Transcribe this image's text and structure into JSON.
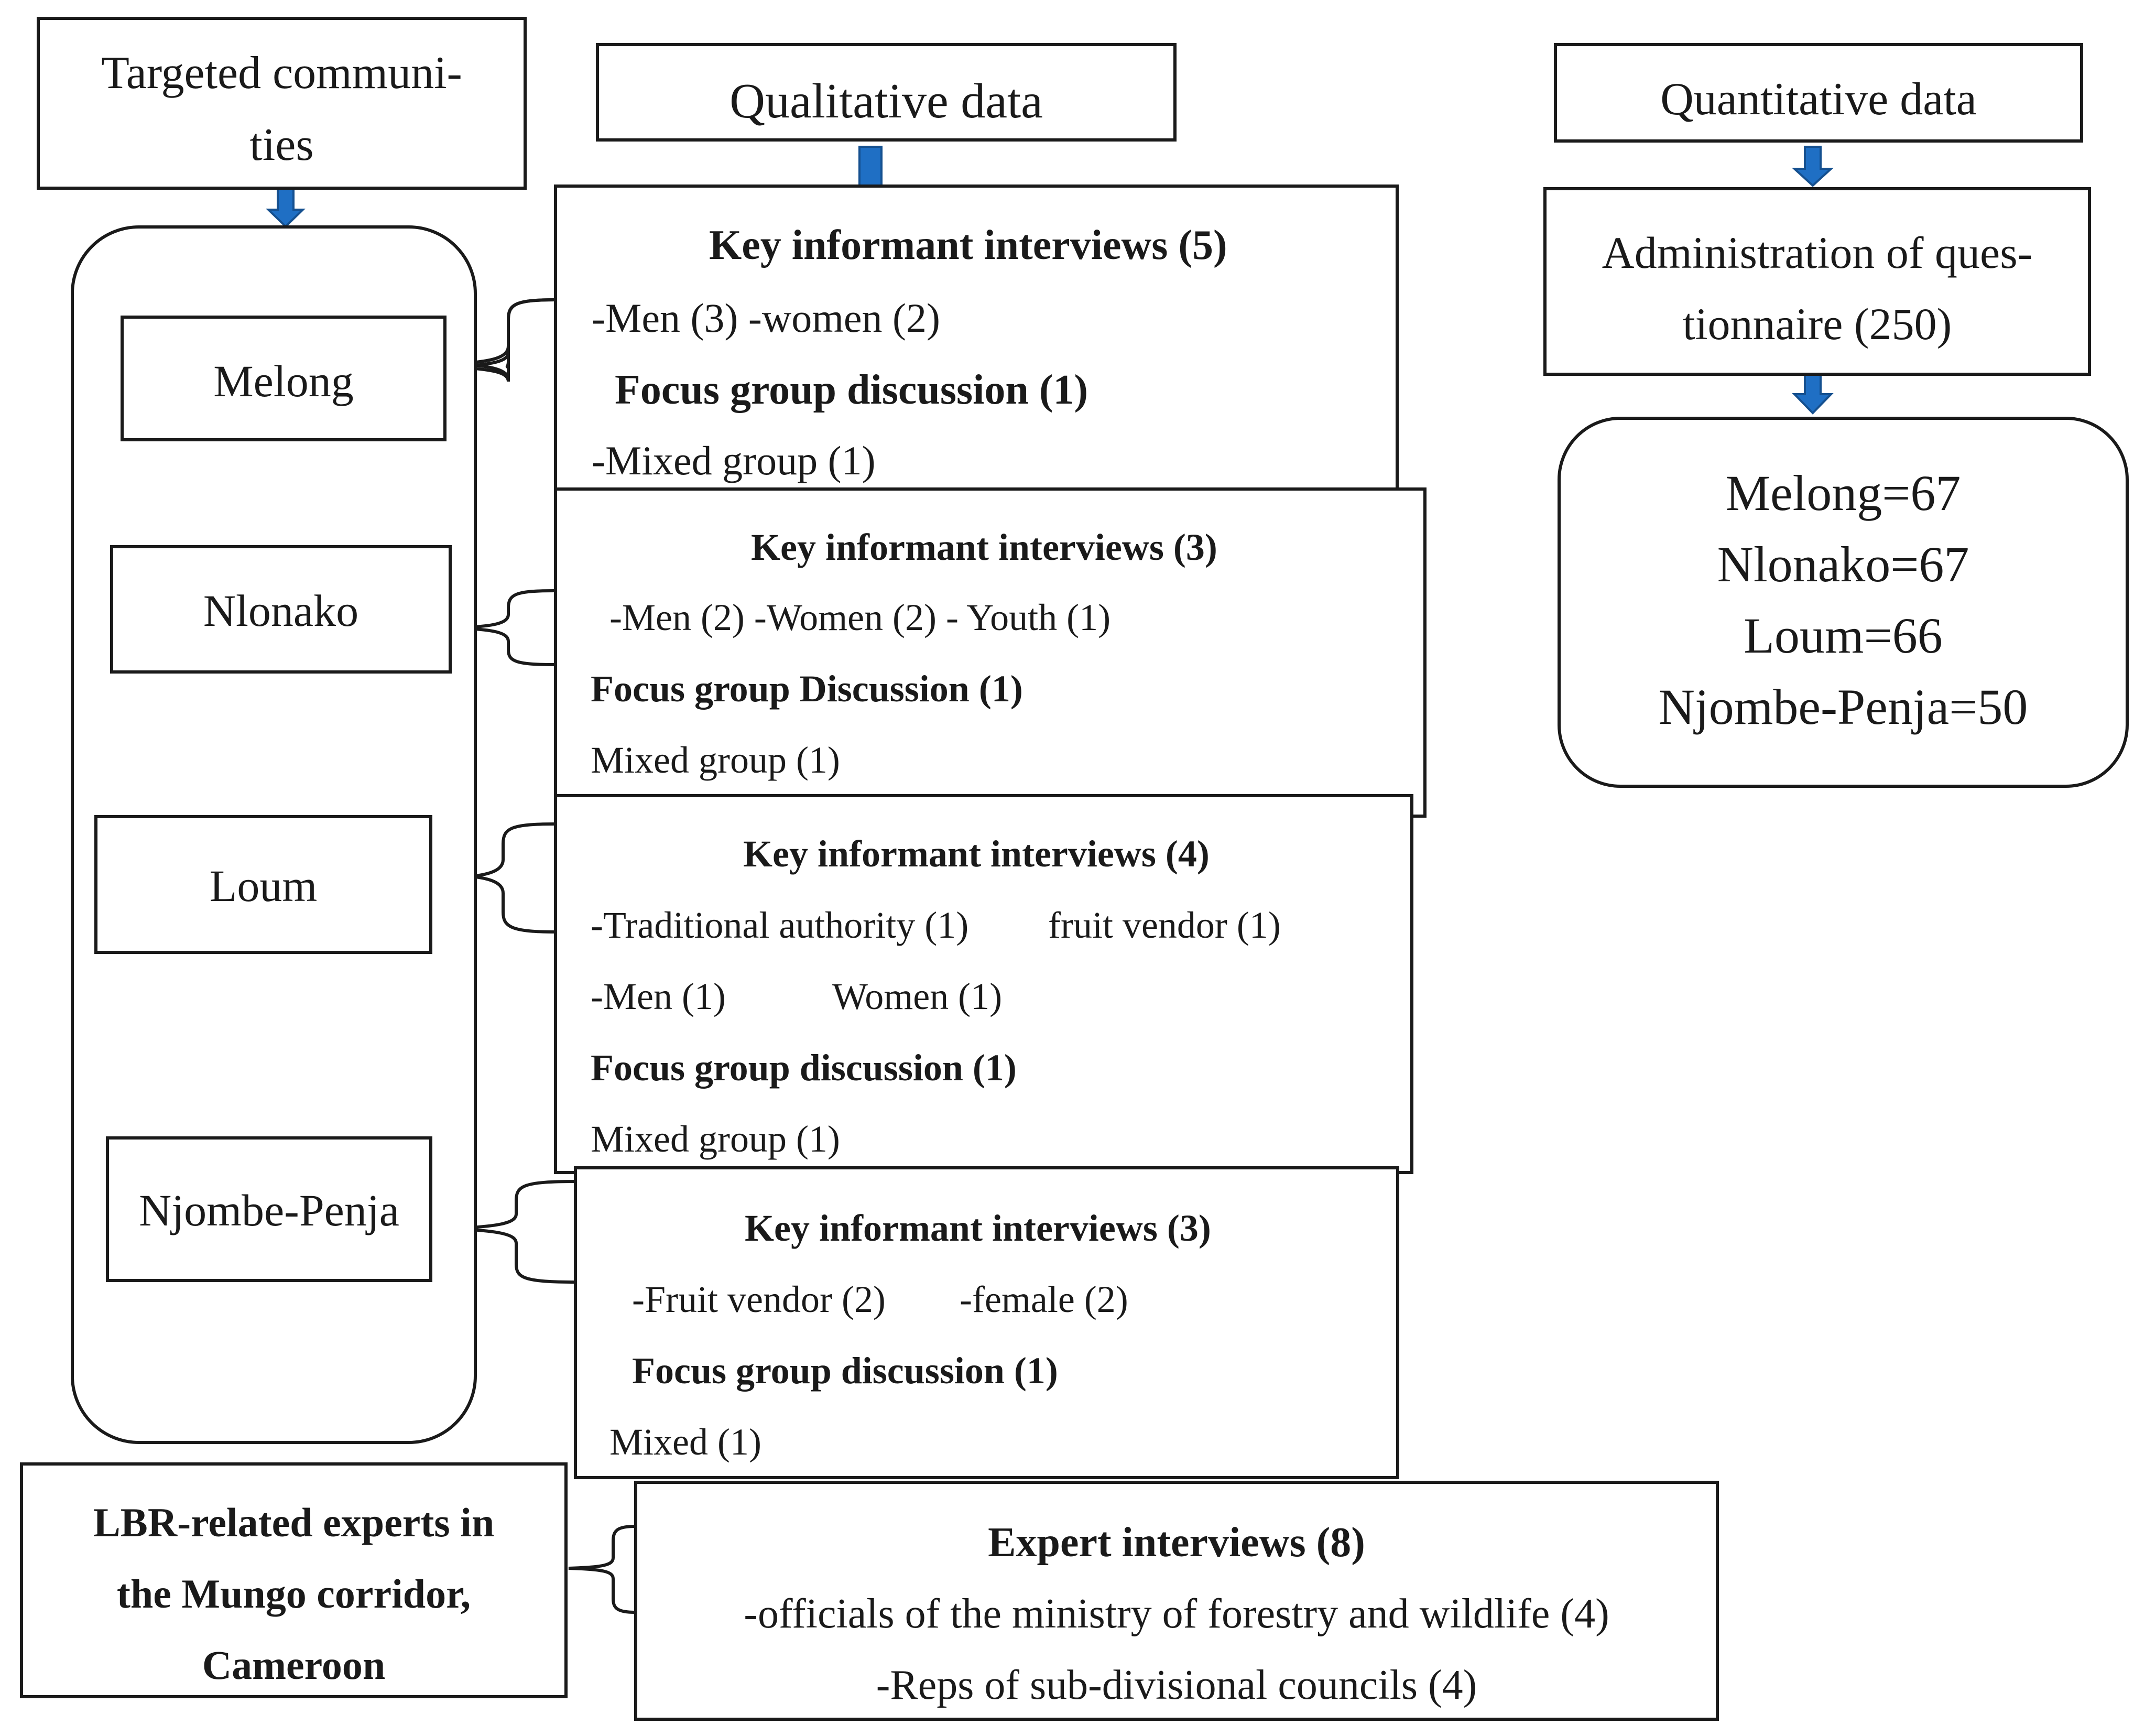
{
  "headers": {
    "targeted_l1": "Targeted communi-",
    "targeted_l2": "ties",
    "qualitative": "Qualitative data",
    "quantitative": "Quantitative data"
  },
  "communities": {
    "melong": "Melong",
    "nlonako": "Nlonako",
    "loum": "Loum",
    "njombe": "Njombe-Penja"
  },
  "melong_box": {
    "kii": "Key informant interviews (5)",
    "kii_detail": "-Men (3) -women (2)",
    "fgd": "Focus group discussion (1)",
    "fgd_detail": "-Mixed group (1)"
  },
  "nlonako_box": {
    "kii": "Key informant interviews (3)",
    "kii_detail": "-Men (2) -Women (2) - Youth (1)",
    "fgd": "Focus group Discussion (1)",
    "fgd_detail": "Mixed group (1)"
  },
  "loum_box": {
    "kii": "Key informant interviews (4)",
    "kii_d1a": "-Traditional authority (1)",
    "kii_d1b": "fruit vendor (1)",
    "kii_d2a": "-Men (1)",
    "kii_d2b": "Women (1)",
    "fgd": "Focus group discussion (1)",
    "fgd_detail": "Mixed group (1)"
  },
  "njombe_box": {
    "kii": "Key informant interviews (3)",
    "kii_d1a": "-Fruit vendor (2)",
    "kii_d1b": "-female (2)",
    "fgd": "Focus group discussion (1)",
    "fgd_detail": "Mixed (1)"
  },
  "experts": {
    "label_l1": "LBR-related experts in",
    "label_l2": "the Mungo corridor,",
    "label_l3": "Cameroon",
    "title": "Expert interviews (8)",
    "line1": "-officials of the ministry of forestry and wildlife (4)",
    "line2": "-Reps of sub-divisional councils (4)"
  },
  "questionnaire": {
    "l1": "Administration of ques-",
    "l2": "tionnaire (250)"
  },
  "samples": {
    "melong": "Melong=67",
    "nlonako": "Nlonako=67",
    "loum": "Loum=66",
    "njombe": "Njombe-Penja=50"
  },
  "colors": {
    "arrow_fill": "#1f6fc4",
    "arrow_edge": "#15508f",
    "line": "#1a1a1a"
  }
}
